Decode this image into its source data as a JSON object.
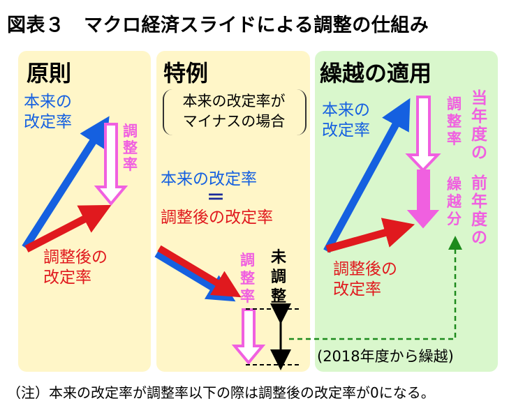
{
  "title": "図表３　マクロ経済スライドによる調整の仕組み",
  "panels": {
    "principle": {
      "heading": "原則",
      "label_original": "本来の\n改定率",
      "label_adjustment": "調\n整\n率",
      "label_adjusted": "調整後の\n改定率"
    },
    "special": {
      "heading": "特例",
      "condition": "本来の改定率が\nマイナスの場合",
      "equation_top": "本来の改定率",
      "equation_sign": "＝",
      "equation_bottom": "調整後の改定率",
      "label_adjustment": "調\n整\n率",
      "label_unadjusted": "未\n調\n整"
    },
    "carryover": {
      "heading": "繰越の適用",
      "label_original": "本来の\n改定率",
      "label_adjustment": "調\n整\n率",
      "label_carried": "繰\n越\n分",
      "label_current_year": "当\n年\n度\nの",
      "label_previous_year": "前\n年\n度\nの",
      "label_adjusted": "調整後の\n改定率",
      "carry_note": "(2018年度から繰越)"
    }
  },
  "note": "（注）本来の改定率が調整率以下の際は調整後の改定率が0になる。",
  "colors": {
    "blue": "#1560e0",
    "red": "#e0191e",
    "pink": "#f060e0",
    "green_dashed": "#1d8a1d",
    "panel_yellow": "#fff6c8",
    "panel_green": "#d9f7cc"
  }
}
